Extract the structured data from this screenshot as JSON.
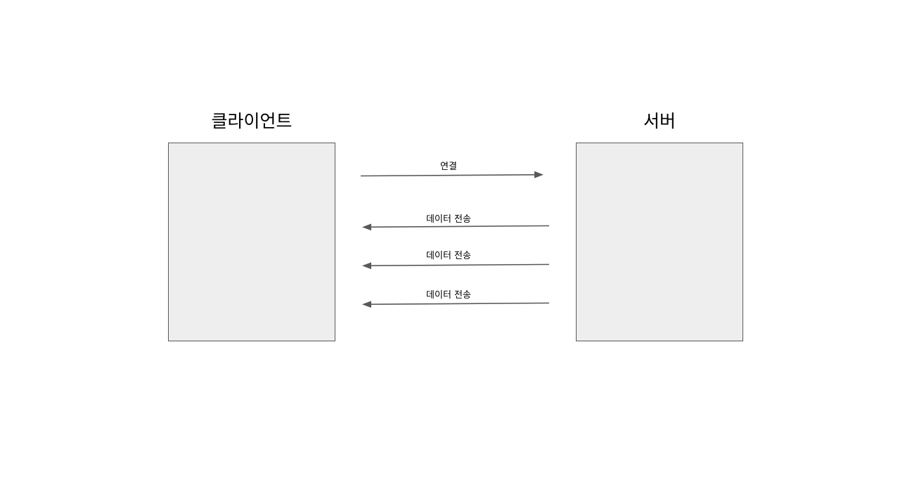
{
  "diagram": {
    "client": {
      "title": "클라이언트"
    },
    "server": {
      "title": "서버"
    },
    "arrows": [
      {
        "label": "연결",
        "direction": "client-to-server"
      },
      {
        "label": "데이터 전송",
        "direction": "server-to-client"
      },
      {
        "label": "데이터 전송",
        "direction": "server-to-client"
      },
      {
        "label": "데이터 전송",
        "direction": "server-to-client"
      }
    ],
    "colors": {
      "box_fill": "#eeeeee",
      "box_border": "#595959",
      "arrow": "#595959"
    }
  }
}
